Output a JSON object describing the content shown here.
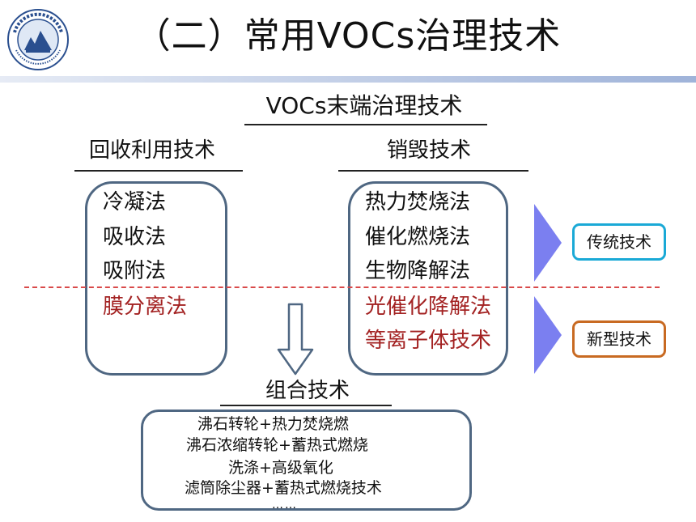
{
  "slide": {
    "title": "（二）常用VOCs治理技术"
  },
  "logo": {
    "text_top": "东华理工大学",
    "text_ring": "EAST CHINA UNIVERSITY OF TECHNOLOGY"
  },
  "diagram": {
    "main_heading": "VOCs末端治理技术",
    "recovery": {
      "heading": "回收利用技术",
      "items": [
        {
          "label": "冷凝法"
        },
        {
          "label": "吸收法"
        },
        {
          "label": "吸附法"
        },
        {
          "label": "膜分离法"
        }
      ]
    },
    "destruction": {
      "heading": "销毁技术",
      "items": [
        {
          "label": "热力焚烧法"
        },
        {
          "label": "催化燃烧法"
        },
        {
          "label": "生物降解法"
        },
        {
          "label": "光催化降解法"
        },
        {
          "label": "等离子体技术"
        }
      ]
    },
    "legend": {
      "traditional": "传统技术",
      "new": "新型技术",
      "traditional_color": "#1aa9d6",
      "new_color": "#c86a22",
      "new_text_color": "#a32222"
    },
    "combined": {
      "heading": "组合技术",
      "items": [
        {
          "label": "沸石转轮+热力焚烧燃"
        },
        {
          "label": "沸石浓缩转轮+蓄热式燃烧"
        },
        {
          "label": "洗涤+高级氧化"
        },
        {
          "label": "滤筒除尘器+蓄热式燃烧技术"
        },
        {
          "label": "……"
        }
      ]
    }
  }
}
